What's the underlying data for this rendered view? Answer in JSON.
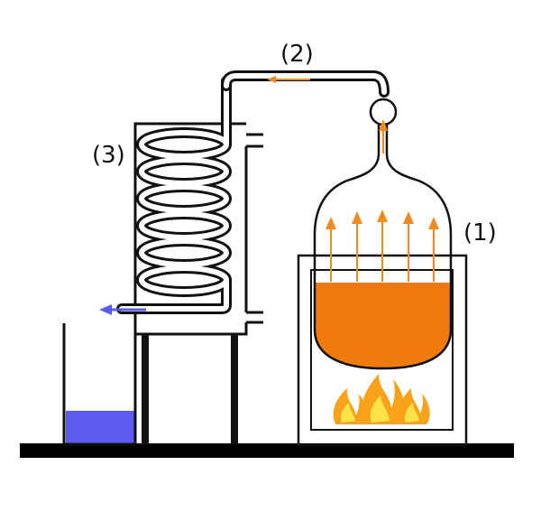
{
  "labels": {
    "boiler": "(1)",
    "vapor_pipe": "(2)",
    "condenser": "(3)"
  },
  "colors": {
    "liquid": "#F07B0D",
    "arrow": "#F08A1F",
    "distillate": "#5B5BEF",
    "outline": "#111111",
    "ground": "#000000",
    "flame_outer": "#F7A21B",
    "flame_inner": "#FDE24A"
  },
  "icons": [
    "flame-icon",
    "arrow-up-icon",
    "arrow-left-icon"
  ]
}
